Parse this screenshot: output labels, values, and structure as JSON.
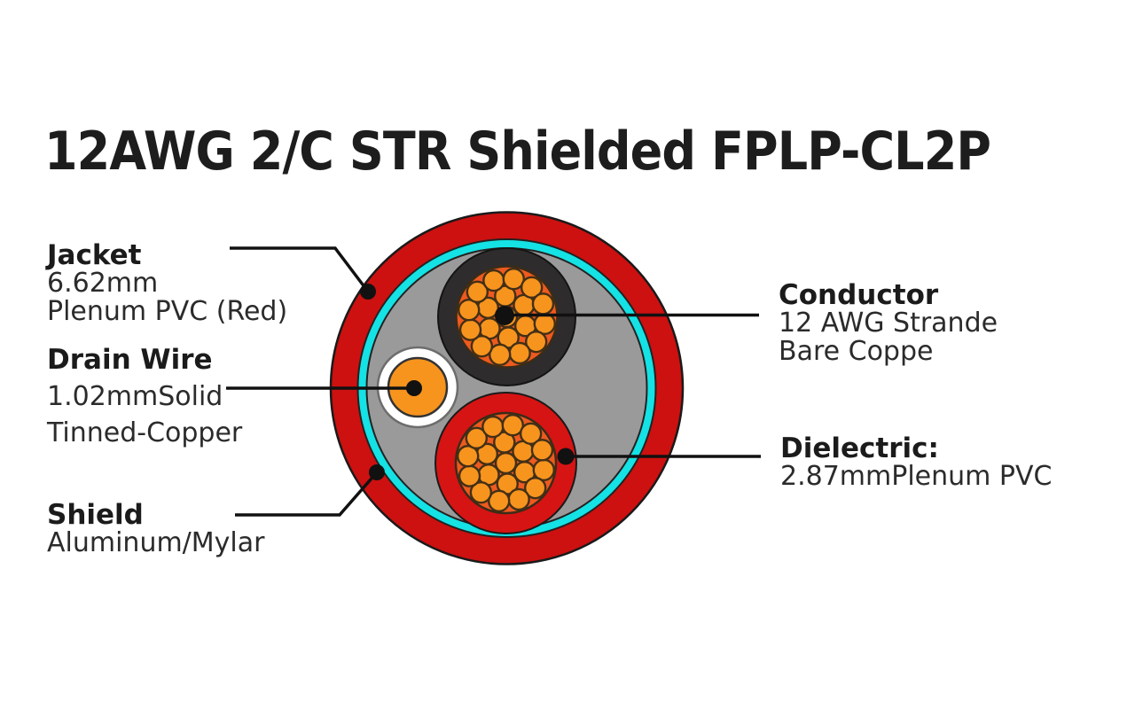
{
  "title": "12AWG 2/C STR Shielded FPLP-CL2P",
  "labels": {
    "jacket": {
      "name": "Jacket",
      "spec1": "6.62mm",
      "spec2": "Plenum PVC (Red)"
    },
    "drain_wire": {
      "name": "Drain Wire",
      "spec1": "1.02mmSolid",
      "spec2": "Tinned-Copper"
    },
    "shield": {
      "name": "Shield",
      "spec1": "Aluminum/Mylar"
    },
    "conductor": {
      "name": "Conductor",
      "spec1": "12 AWG Strande",
      "spec2": "Bare Coppe"
    },
    "dielectric": {
      "name": "Dielectric:",
      "spec1": "2.87mmPlenum PVC"
    }
  },
  "colors": {
    "jacket_red": "#cc1110",
    "dielectric_red": "#d61413",
    "shield_cyan": "#14e2e4",
    "filler_gray": "#9b9a9b",
    "dielectric_black": "#2e2c2d",
    "bundle_orange": "#ee5a1f",
    "strand_orange": "#f7941e",
    "drain_core_orange": "#f7941e",
    "drain_insulation_white": "#ffffff",
    "leader_black": "#111111"
  }
}
